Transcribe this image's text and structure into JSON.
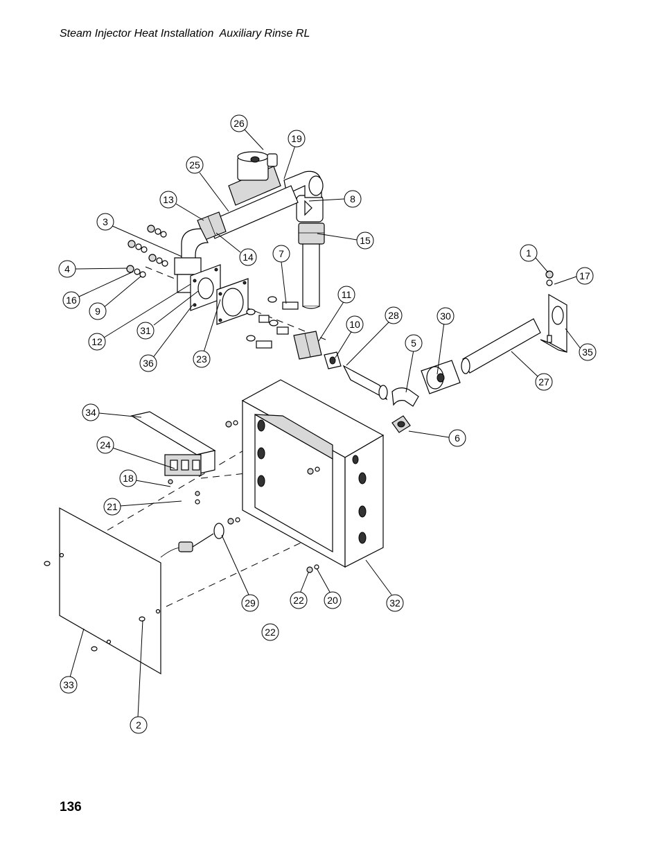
{
  "header": {
    "title": "Steam Injector Heat Installation  Auxiliary Rinse RL"
  },
  "footer": {
    "page_number": "136"
  },
  "callouts": [
    "26",
    "19",
    "25",
    "13",
    "8",
    "3",
    "15",
    "14",
    "7",
    "1",
    "17",
    "4",
    "16",
    "9",
    "11",
    "10",
    "28",
    "30",
    "12",
    "31",
    "36",
    "23",
    "5",
    "35",
    "27",
    "6",
    "34",
    "24",
    "18",
    "21",
    "29",
    "22",
    "20",
    "32",
    "22",
    "33",
    "2"
  ]
}
